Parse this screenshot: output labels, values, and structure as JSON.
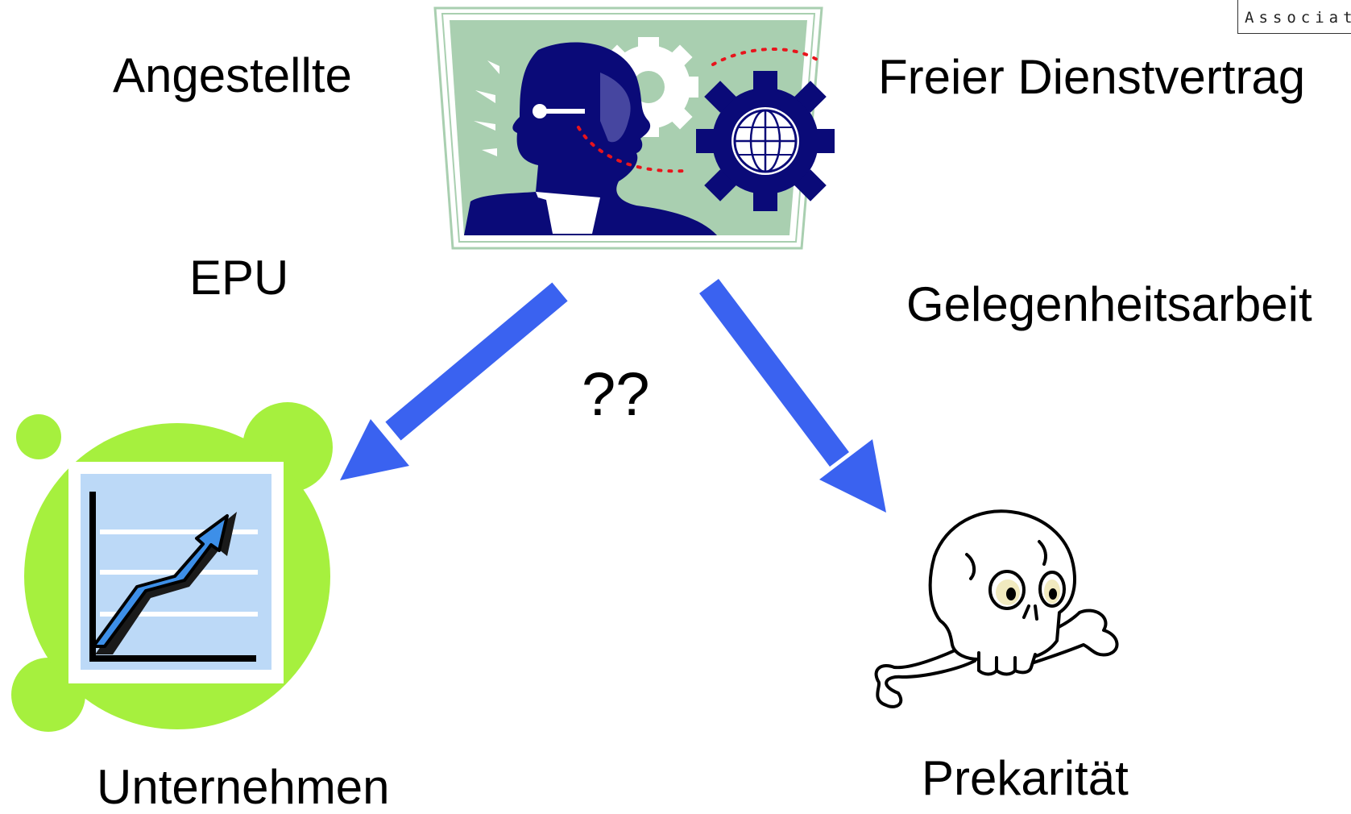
{
  "labels": {
    "employees": "Angestellte",
    "freelance_contract": "Freier Dienstvertrag",
    "single_person_business": "EPU",
    "casual_work": "Gelegenheitsarbeit",
    "question": "??",
    "company": "Unternehmen",
    "precarity": "Prekarität"
  },
  "corner_logo_text": "Associat",
  "colors": {
    "arrow": "#3a62f0",
    "lime": "#a6f03e",
    "navy": "#0a0a78",
    "sage": "#a9cfb0",
    "chart_bg": "#bcd9f7",
    "red_dots": "#e8141c"
  },
  "icons": [
    "head-gears-illustration-icon",
    "growth-chart-icon",
    "skull-crossbones-icon",
    "arrow-down-left-icon",
    "arrow-down-right-icon"
  ]
}
